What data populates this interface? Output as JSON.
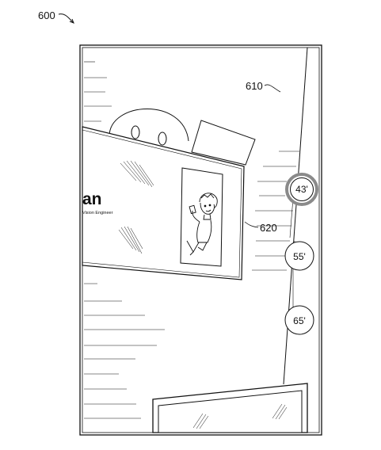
{
  "figure": {
    "figure_label": "600",
    "view_label": "610",
    "sign_label": "620"
  },
  "sign": {
    "headline": "an",
    "subtitle": "Vision Engineer"
  },
  "markers": [
    {
      "text": "43'",
      "highlighted": true
    },
    {
      "text": "55'",
      "highlighted": false
    },
    {
      "text": "65'",
      "highlighted": false
    }
  ],
  "colors": {
    "line": "#111111",
    "highlight_ring": "#8a8a8a"
  }
}
